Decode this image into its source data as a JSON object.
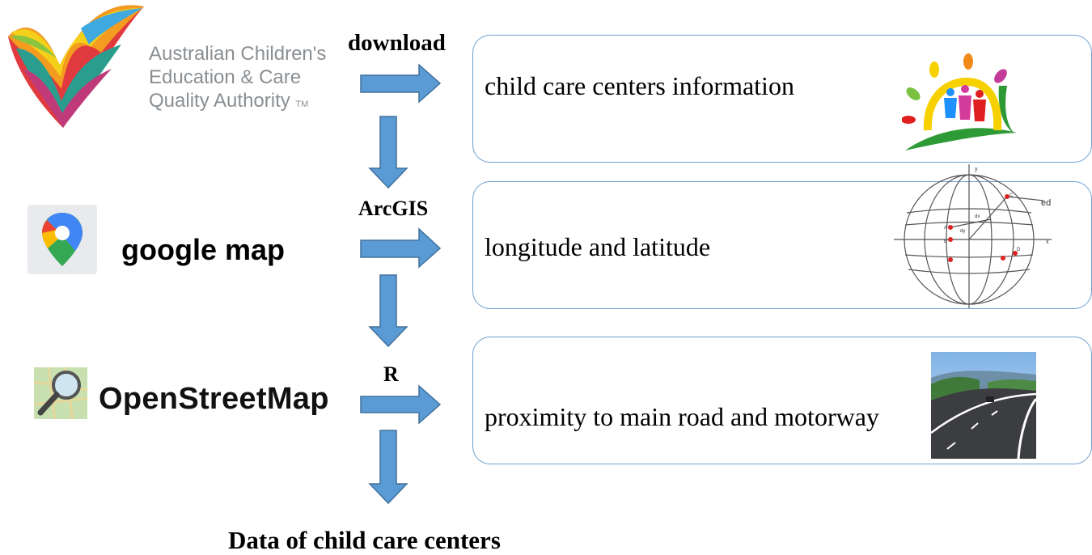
{
  "sources": {
    "acecqa": {
      "line1": "Australian Children's",
      "line2": "Education & Care",
      "line3": "Quality Authority",
      "tm": "TM"
    },
    "google_map": {
      "label": "google map"
    },
    "osm": {
      "label": "OpenStreetMap"
    }
  },
  "steps": {
    "download": "download",
    "arcgis": "ArcGIS",
    "r": "R"
  },
  "outputs": {
    "box1": "child care centers information",
    "box2": "longitude and latitude",
    "box3": "proximity to main road and motorway"
  },
  "globe_labels": {
    "ed": "ed",
    "y": "y",
    "x": "x",
    "a": "A",
    "b": "B",
    "c": "C",
    "d": "D",
    "dx": "dx",
    "dy": "dy"
  },
  "final": {
    "label": "Data of child care centers"
  },
  "colors": {
    "arrow": "#5b9bd5",
    "arrow_stroke": "#41719c",
    "box_border": "#6fa0d0"
  }
}
